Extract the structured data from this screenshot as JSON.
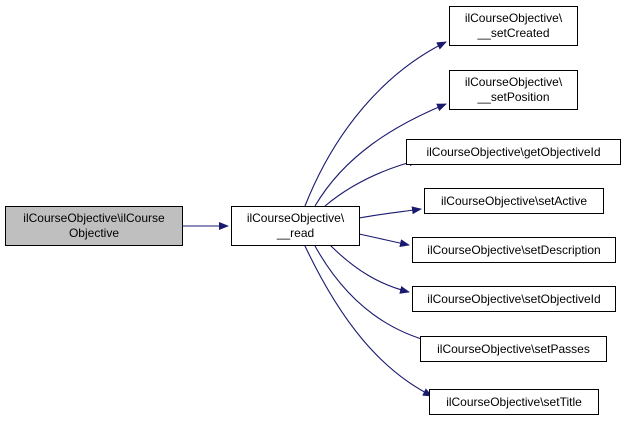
{
  "colors": {
    "edge": "#191970",
    "root_fill": "#bfbfbf",
    "node_fill": "#ffffff",
    "border": "#000000"
  },
  "nodes": {
    "root": {
      "line1": "ilCourseObjective\\ilCourse",
      "line2": "Objective"
    },
    "read": {
      "line1": "ilCourseObjective\\",
      "line2": "__read"
    },
    "setCreated": {
      "line1": "ilCourseObjective\\",
      "line2": "__setCreated"
    },
    "setPosition": {
      "line1": "ilCourseObjective\\",
      "line2": "__setPosition"
    },
    "getObjectiveId": {
      "line1": "ilCourseObjective\\getObjectiveId"
    },
    "setActive": {
      "line1": "ilCourseObjective\\setActive"
    },
    "setDescription": {
      "line1": "ilCourseObjective\\setDescription"
    },
    "setObjectiveId": {
      "line1": "ilCourseObjective\\setObjectiveId"
    },
    "setPasses": {
      "line1": "ilCourseObjective\\setPasses"
    },
    "setTitle": {
      "line1": "ilCourseObjective\\setTitle"
    }
  }
}
